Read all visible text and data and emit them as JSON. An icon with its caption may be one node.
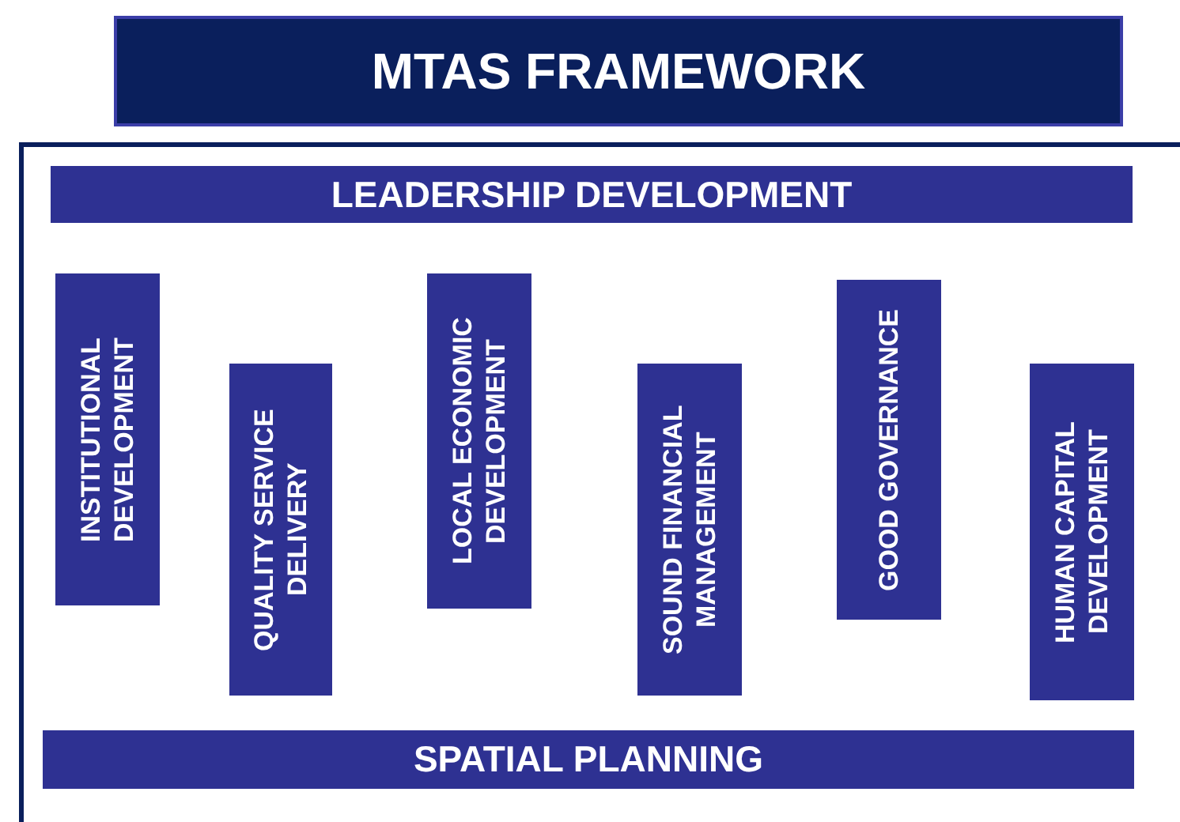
{
  "diagram": {
    "title": "MTAS FRAMEWORK",
    "nodes": [
      {
        "text": [],
        "shape": "box"
      },
      {
        "text": [
          "LEADERSHIP DEVELOPMENT"
        ],
        "in": 0
      },
      {
        "text": [
          "INSTITUTIONAL DEVELOPMENT"
        ],
        "in": 0
      },
      {
        "text": [
          "QUALITY SERVICE DELIVERY"
        ],
        "in": 0
      },
      {
        "text": [
          "LOCAL ECONOMIC DEVELOPMENT"
        ],
        "in": 0
      },
      {
        "text": [
          "SOUND FINANCIAL MANAGEMENT"
        ],
        "in": 0
      },
      {
        "text": [
          "GOOD GOVERNANCE"
        ],
        "in": 0
      },
      {
        "text": [
          "HUMAN CAPITAL DEVELOPMENT"
        ],
        "in": 0
      },
      {
        "text": [
          "SPATIAL PLANNING"
        ],
        "in": 0
      }
    ]
  }
}
